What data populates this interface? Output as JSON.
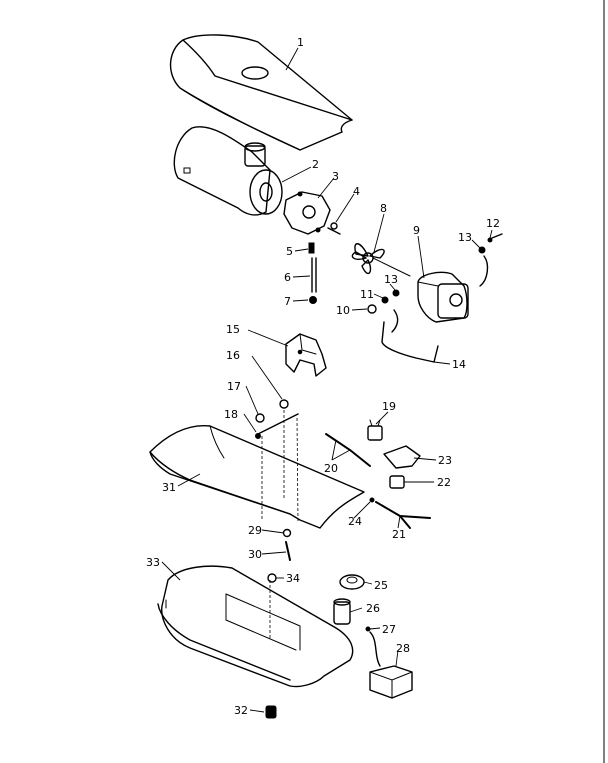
{
  "callouts": [
    {
      "id": "c1",
      "text": "1"
    },
    {
      "id": "c2",
      "text": "2"
    },
    {
      "id": "c3",
      "text": "3"
    },
    {
      "id": "c4",
      "text": "4"
    },
    {
      "id": "c5",
      "text": "5"
    },
    {
      "id": "c6",
      "text": "6"
    },
    {
      "id": "c7",
      "text": "7"
    },
    {
      "id": "c8",
      "text": "8"
    },
    {
      "id": "c9",
      "text": "9"
    },
    {
      "id": "c10",
      "text": "10"
    },
    {
      "id": "c11",
      "text": "11"
    },
    {
      "id": "c12",
      "text": "12"
    },
    {
      "id": "c13a",
      "text": "13"
    },
    {
      "id": "c13b",
      "text": "13"
    },
    {
      "id": "c14",
      "text": "14"
    },
    {
      "id": "c15",
      "text": "15"
    },
    {
      "id": "c16",
      "text": "16"
    },
    {
      "id": "c17",
      "text": "17"
    },
    {
      "id": "c18",
      "text": "18"
    },
    {
      "id": "c19",
      "text": "19"
    },
    {
      "id": "c20",
      "text": "20"
    },
    {
      "id": "c21",
      "text": "21"
    },
    {
      "id": "c22",
      "text": "22"
    },
    {
      "id": "c23",
      "text": "23"
    },
    {
      "id": "c24",
      "text": "24"
    },
    {
      "id": "c25",
      "text": "25"
    },
    {
      "id": "c26",
      "text": "26"
    },
    {
      "id": "c27",
      "text": "27"
    },
    {
      "id": "c28",
      "text": "28"
    },
    {
      "id": "c29",
      "text": "29"
    },
    {
      "id": "c30",
      "text": "30"
    },
    {
      "id": "c31",
      "text": "31"
    },
    {
      "id": "c32",
      "text": "32"
    },
    {
      "id": "c33",
      "text": "33"
    },
    {
      "id": "c34",
      "text": "34"
    }
  ]
}
